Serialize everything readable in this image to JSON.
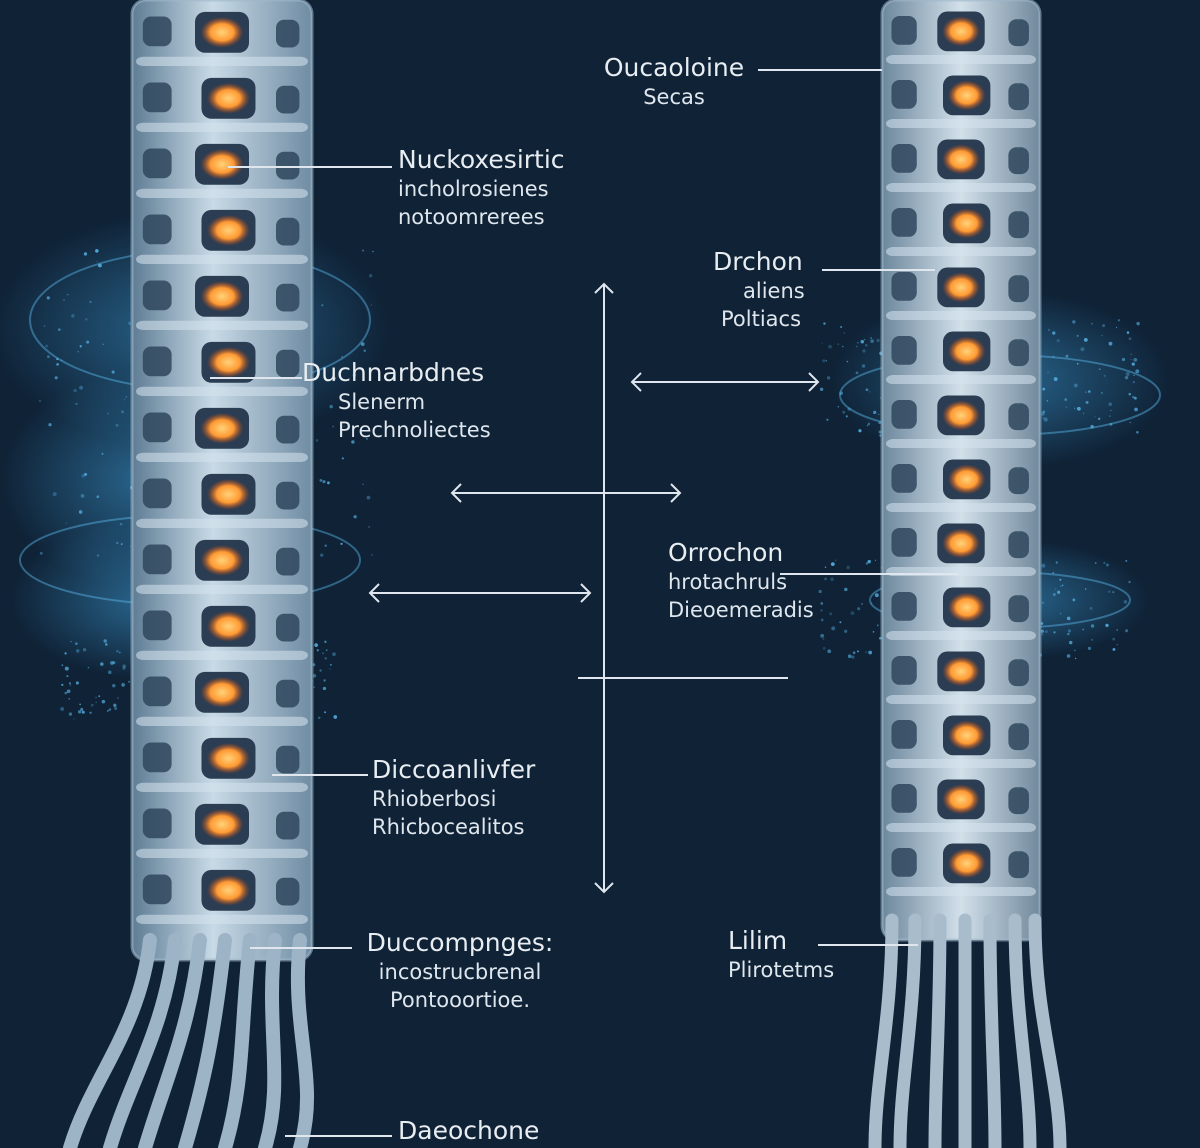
{
  "colors": {
    "background": "#0f2236",
    "column_fill": "#b9cedd",
    "column_shadow": "#7c98ae",
    "glow_core": "#ffb347",
    "glow_edge": "#e8591c",
    "particles": "#5ab8ec",
    "leader_line": "#dfe6ee",
    "text": "#e8edf2"
  },
  "labels": {
    "l1": {
      "title": "Nuckoxesirtic",
      "lines": [
        "incholrosienes",
        "notoomrerees"
      ]
    },
    "l2": {
      "title": "Duchnarbdnes",
      "lines": [
        "Slenerm",
        "Prechnoliectes"
      ]
    },
    "l3": {
      "title": "Diccoanlivfer",
      "lines": [
        "Rhioberbosi",
        "Rhicbocealitos"
      ]
    },
    "l4": {
      "title": "Duccompnges:",
      "lines": [
        "incostrucbrenal",
        "Pontooortioe."
      ]
    },
    "l5": {
      "title": "Daeochone",
      "lines": []
    },
    "r1": {
      "title": "Oucaoloine",
      "lines": [
        "Secas"
      ]
    },
    "r2": {
      "title": "Drchon",
      "lines": [
        "aliens",
        "Poltiacs"
      ]
    },
    "r3": {
      "title": "Orrochon",
      "lines": [
        "hrotachruls",
        "Dieoemeradis"
      ]
    },
    "r4": {
      "title": "Lilim",
      "lines": [
        "Plirotetms"
      ]
    }
  }
}
